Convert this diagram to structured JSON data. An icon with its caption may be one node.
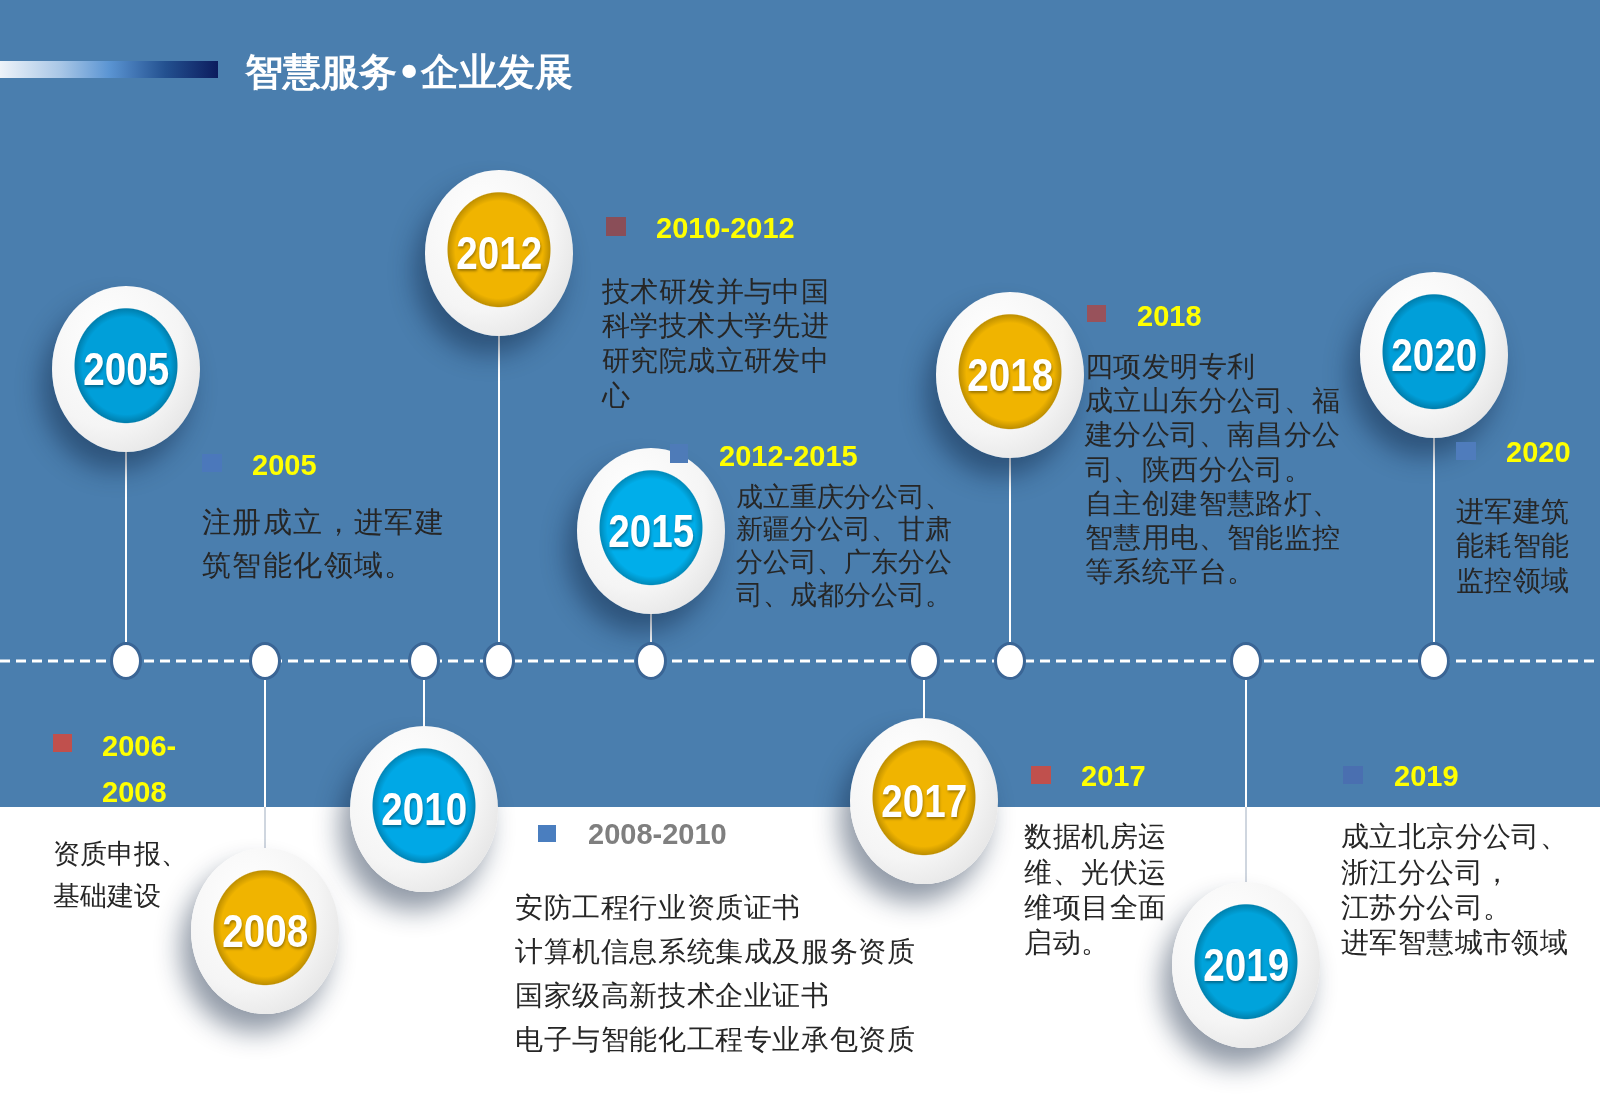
{
  "diagram": {
    "title": "智慧服务•企业发展",
    "nodes": [
      {
        "text": [
          "2005"
        ],
        "beside": [
          "2005",
          "注册成立，进军建筑智能化领域。"
        ]
      },
      {
        "text": [
          "2008"
        ],
        "beside": [
          "2006-2008",
          "资质申报、基础建设"
        ]
      },
      {
        "text": [
          "2010"
        ],
        "beside": [
          "2008-2010",
          "安防工程行业资质证书",
          "计算机信息系统集成及服务资质",
          "国家级高新技术企业证书",
          "电子与智能化工程专业承包资质"
        ]
      },
      {
        "text": [
          "2012"
        ],
        "beside": [
          "2010-2012",
          "技术研发并与中国科学技术大学先进研究院成立研发中心"
        ]
      },
      {
        "text": [
          "2015"
        ],
        "beside": [
          "2012-2015",
          "成立重庆分公司、新疆分公司、甘肃分公司、广东分公司、成都分公司。"
        ]
      },
      {
        "text": [
          "2017"
        ],
        "beside": [
          "2017"
        ]
      },
      {
        "text": [
          "2018"
        ],
        "beside": [
          "2018",
          "四项发明专利",
          "成立山东分公司、福建分公司、南昌分公司、陕西分公司。",
          "自主创建智慧路灯、智慧用电、智能监控等系统平台。"
        ]
      },
      {
        "text": [
          "2019"
        ],
        "beside": [
          "2019",
          "成立北京分公司、",
          "浙江分公司，",
          "江苏分公司。",
          "进军智慧城市领域"
        ]
      },
      {
        "text": [
          "2020"
        ],
        "beside": [
          "2020",
          "进军建筑能耗智能监控领域"
        ]
      },
      {
        "text": [],
        "shape": "circle"
      },
      {
        "text": [],
        "shape": "circle"
      },
      {
        "text": [],
        "shape": "circle"
      },
      {
        "text": [],
        "shape": "circle"
      },
      {
        "text": [],
        "shape": "circle"
      },
      {
        "text": [],
        "shape": "circle"
      },
      {
        "text": [],
        "shape": "circle"
      },
      {
        "text": [],
        "shape": "circle"
      },
      {
        "text": [],
        "shape": "circle"
      }
    ],
    "edges": [
      {
        "from": 0,
        "to": 9,
        "arrow": "none"
      },
      {
        "from": 1,
        "to": 10,
        "arrow": "none"
      },
      {
        "from": 2,
        "to": 11,
        "arrow": "none"
      },
      {
        "from": 3,
        "to": 12,
        "arrow": "none"
      },
      {
        "from": 4,
        "to": 13,
        "arrow": "none"
      },
      {
        "from": 5,
        "to": 14,
        "arrow": "none"
      },
      {
        "from": 6,
        "to": 15,
        "arrow": "none"
      },
      {
        "from": 7,
        "to": 16,
        "arrow": "none"
      },
      {
        "from": 8,
        "to": 17,
        "arrow": "none"
      }
    ],
    "labels": [
      "数据机房运维、光伏运维项目全面启动。"
    ]
  }
}
